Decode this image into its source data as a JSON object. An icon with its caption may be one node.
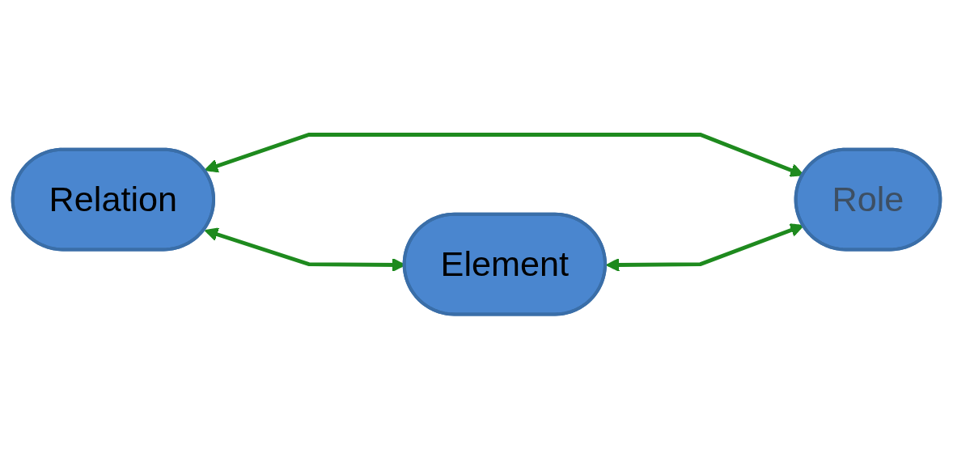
{
  "diagram": {
    "nodes": [
      {
        "text": [
          "Relation"
        ]
      },
      {
        "text": [
          "Role"
        ]
      },
      {
        "text": [
          "Element"
        ]
      }
    ],
    "edges": [
      {
        "from": 0,
        "to": 1,
        "arrow": "both"
      },
      {
        "from": 0,
        "to": 2,
        "arrow": "both"
      },
      {
        "from": 2,
        "to": 1,
        "arrow": "both"
      }
    ]
  }
}
